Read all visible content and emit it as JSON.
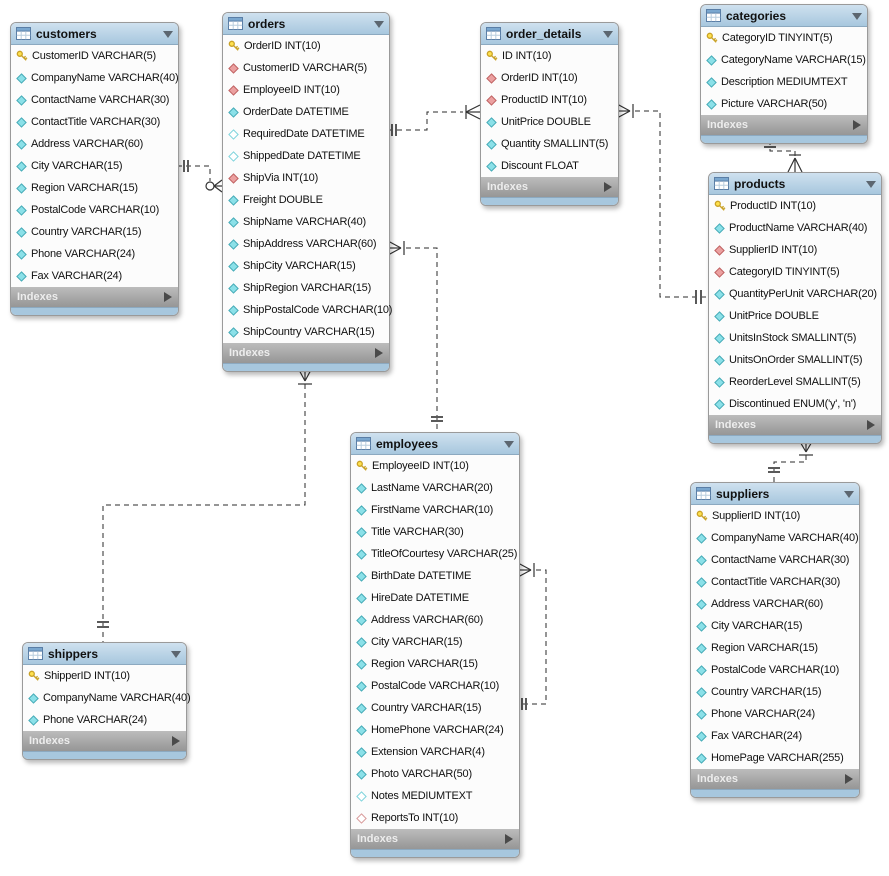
{
  "diagram": {
    "kind": "EER database diagram",
    "colors": {
      "table_header_blue": "#a7c7de",
      "indexes_bar_gray": "#a0a0a0",
      "pk_key_yellow": "#ffe14d",
      "column_cyan": "#8be0e8",
      "foreign_key_red": "#eba0a0",
      "wire_black": "#2b2b2b"
    },
    "tables": [
      {
        "id": "customers",
        "title": "customers",
        "indexes_label": "Indexes",
        "columns": [
          {
            "icon": "primary-key-icon",
            "text": "CustomerID VARCHAR(5)"
          },
          {
            "icon": "column-icon",
            "text": "CompanyName VARCHAR(40)"
          },
          {
            "icon": "column-icon",
            "text": "ContactName VARCHAR(30)"
          },
          {
            "icon": "column-icon",
            "text": "ContactTitle VARCHAR(30)"
          },
          {
            "icon": "column-icon",
            "text": "Address VARCHAR(60)"
          },
          {
            "icon": "column-icon",
            "text": "City VARCHAR(15)"
          },
          {
            "icon": "column-icon",
            "text": "Region VARCHAR(15)"
          },
          {
            "icon": "column-icon",
            "text": "PostalCode VARCHAR(10)"
          },
          {
            "icon": "column-icon",
            "text": "Country VARCHAR(15)"
          },
          {
            "icon": "column-icon",
            "text": "Phone VARCHAR(24)"
          },
          {
            "icon": "column-icon",
            "text": "Fax VARCHAR(24)"
          }
        ]
      },
      {
        "id": "orders",
        "title": "orders",
        "indexes_label": "Indexes",
        "columns": [
          {
            "icon": "primary-key-icon",
            "text": "OrderID INT(10)"
          },
          {
            "icon": "foreign-key-icon",
            "text": "CustomerID VARCHAR(5)"
          },
          {
            "icon": "foreign-key-icon",
            "text": "EmployeeID INT(10)"
          },
          {
            "icon": "column-icon",
            "text": "OrderDate DATETIME"
          },
          {
            "icon": "column-nullable-icon",
            "text": "RequiredDate DATETIME"
          },
          {
            "icon": "column-nullable-icon",
            "text": "ShippedDate DATETIME"
          },
          {
            "icon": "foreign-key-icon",
            "text": "ShipVia INT(10)"
          },
          {
            "icon": "column-icon",
            "text": "Freight DOUBLE"
          },
          {
            "icon": "column-icon",
            "text": "ShipName VARCHAR(40)"
          },
          {
            "icon": "column-icon",
            "text": "ShipAddress VARCHAR(60)"
          },
          {
            "icon": "column-icon",
            "text": "ShipCity VARCHAR(15)"
          },
          {
            "icon": "column-icon",
            "text": "ShipRegion VARCHAR(15)"
          },
          {
            "icon": "column-icon",
            "text": "ShipPostalCode VARCHAR(10)"
          },
          {
            "icon": "column-icon",
            "text": "ShipCountry VARCHAR(15)"
          }
        ]
      },
      {
        "id": "order_details",
        "title": "order_details",
        "indexes_label": "Indexes",
        "columns": [
          {
            "icon": "primary-key-icon",
            "text": "ID INT(10)"
          },
          {
            "icon": "foreign-key-icon",
            "text": "OrderID INT(10)"
          },
          {
            "icon": "foreign-key-icon",
            "text": "ProductID INT(10)"
          },
          {
            "icon": "column-icon",
            "text": "UnitPrice DOUBLE"
          },
          {
            "icon": "column-icon",
            "text": "Quantity SMALLINT(5)"
          },
          {
            "icon": "column-icon",
            "text": "Discount FLOAT"
          }
        ]
      },
      {
        "id": "categories",
        "title": "categories",
        "indexes_label": "Indexes",
        "columns": [
          {
            "icon": "primary-key-icon",
            "text": "CategoryID TINYINT(5)"
          },
          {
            "icon": "column-icon",
            "text": "CategoryName VARCHAR(15)"
          },
          {
            "icon": "column-icon",
            "text": "Description MEDIUMTEXT"
          },
          {
            "icon": "column-icon",
            "text": "Picture VARCHAR(50)"
          }
        ]
      },
      {
        "id": "products",
        "title": "products",
        "indexes_label": "Indexes",
        "columns": [
          {
            "icon": "primary-key-icon",
            "text": "ProductID INT(10)"
          },
          {
            "icon": "column-icon",
            "text": "ProductName VARCHAR(40)"
          },
          {
            "icon": "foreign-key-icon",
            "text": "SupplierID INT(10)"
          },
          {
            "icon": "foreign-key-icon",
            "text": "CategoryID TINYINT(5)"
          },
          {
            "icon": "column-icon",
            "text": "QuantityPerUnit VARCHAR(20)"
          },
          {
            "icon": "column-icon",
            "text": "UnitPrice DOUBLE"
          },
          {
            "icon": "column-icon",
            "text": "UnitsInStock SMALLINT(5)"
          },
          {
            "icon": "column-icon",
            "text": "UnitsOnOrder SMALLINT(5)"
          },
          {
            "icon": "column-icon",
            "text": "ReorderLevel SMALLINT(5)"
          },
          {
            "icon": "column-icon",
            "text": "Discontinued ENUM('y', 'n')"
          }
        ]
      },
      {
        "id": "employees",
        "title": "employees",
        "indexes_label": "Indexes",
        "columns": [
          {
            "icon": "primary-key-icon",
            "text": "EmployeeID INT(10)"
          },
          {
            "icon": "column-icon",
            "text": "LastName VARCHAR(20)"
          },
          {
            "icon": "column-icon",
            "text": "FirstName VARCHAR(10)"
          },
          {
            "icon": "column-icon",
            "text": "Title VARCHAR(30)"
          },
          {
            "icon": "column-icon",
            "text": "TitleOfCourtesy VARCHAR(25)"
          },
          {
            "icon": "column-icon",
            "text": "BirthDate DATETIME"
          },
          {
            "icon": "column-icon",
            "text": "HireDate DATETIME"
          },
          {
            "icon": "column-icon",
            "text": "Address VARCHAR(60)"
          },
          {
            "icon": "column-icon",
            "text": "City VARCHAR(15)"
          },
          {
            "icon": "column-icon",
            "text": "Region VARCHAR(15)"
          },
          {
            "icon": "column-icon",
            "text": "PostalCode VARCHAR(10)"
          },
          {
            "icon": "column-icon",
            "text": "Country VARCHAR(15)"
          },
          {
            "icon": "column-icon",
            "text": "HomePhone VARCHAR(24)"
          },
          {
            "icon": "column-icon",
            "text": "Extension VARCHAR(4)"
          },
          {
            "icon": "column-icon",
            "text": "Photo VARCHAR(50)"
          },
          {
            "icon": "column-nullable-icon",
            "text": "Notes MEDIUMTEXT"
          },
          {
            "icon": "foreign-key-nullable-icon",
            "text": "ReportsTo INT(10)"
          }
        ]
      },
      {
        "id": "suppliers",
        "title": "suppliers",
        "indexes_label": "Indexes",
        "columns": [
          {
            "icon": "primary-key-icon",
            "text": "SupplierID INT(10)"
          },
          {
            "icon": "column-icon",
            "text": "CompanyName VARCHAR(40)"
          },
          {
            "icon": "column-icon",
            "text": "ContactName VARCHAR(30)"
          },
          {
            "icon": "column-icon",
            "text": "ContactTitle VARCHAR(30)"
          },
          {
            "icon": "column-icon",
            "text": "Address VARCHAR(60)"
          },
          {
            "icon": "column-icon",
            "text": "City VARCHAR(15)"
          },
          {
            "icon": "column-icon",
            "text": "Region VARCHAR(15)"
          },
          {
            "icon": "column-icon",
            "text": "PostalCode VARCHAR(10)"
          },
          {
            "icon": "column-icon",
            "text": "Country VARCHAR(15)"
          },
          {
            "icon": "column-icon",
            "text": "Phone VARCHAR(24)"
          },
          {
            "icon": "column-icon",
            "text": "Fax VARCHAR(24)"
          },
          {
            "icon": "column-icon",
            "text": "HomePage VARCHAR(255)"
          }
        ]
      },
      {
        "id": "shippers",
        "title": "shippers",
        "indexes_label": "Indexes",
        "columns": [
          {
            "icon": "primary-key-icon",
            "text": "ShipperID INT(10)"
          },
          {
            "icon": "column-icon",
            "text": "CompanyName VARCHAR(40)"
          },
          {
            "icon": "column-icon",
            "text": "Phone VARCHAR(24)"
          }
        ]
      }
    ],
    "relationships": [
      {
        "id": "customers-orders",
        "from": "customers",
        "from_cardinality": "one-and-only-one",
        "to": "orders",
        "to_cardinality": "zero-or-many"
      },
      {
        "id": "orders-order_details",
        "from": "orders",
        "from_cardinality": "one-and-only-one",
        "to": "order_details",
        "to_cardinality": "one-or-many"
      },
      {
        "id": "products-order_details",
        "from": "products",
        "from_cardinality": "one-and-only-one",
        "to": "order_details",
        "to_cardinality": "one-or-many"
      },
      {
        "id": "categories-products",
        "from": "categories",
        "from_cardinality": "one-and-only-one",
        "to": "products",
        "to_cardinality": "one-or-many"
      },
      {
        "id": "suppliers-products",
        "from": "suppliers",
        "from_cardinality": "one-and-only-one",
        "to": "products",
        "to_cardinality": "one-or-many"
      },
      {
        "id": "employees-orders",
        "from": "employees",
        "from_cardinality": "one-and-only-one",
        "to": "orders",
        "to_cardinality": "one-or-many"
      },
      {
        "id": "employees-reportsto",
        "from": "employees",
        "from_cardinality": "one-and-only-one",
        "to": "employees",
        "to_cardinality": "one-or-many"
      },
      {
        "id": "shippers-orders",
        "from": "shippers",
        "from_cardinality": "one-and-only-one",
        "to": "orders",
        "to_cardinality": "one-or-many"
      }
    ]
  }
}
